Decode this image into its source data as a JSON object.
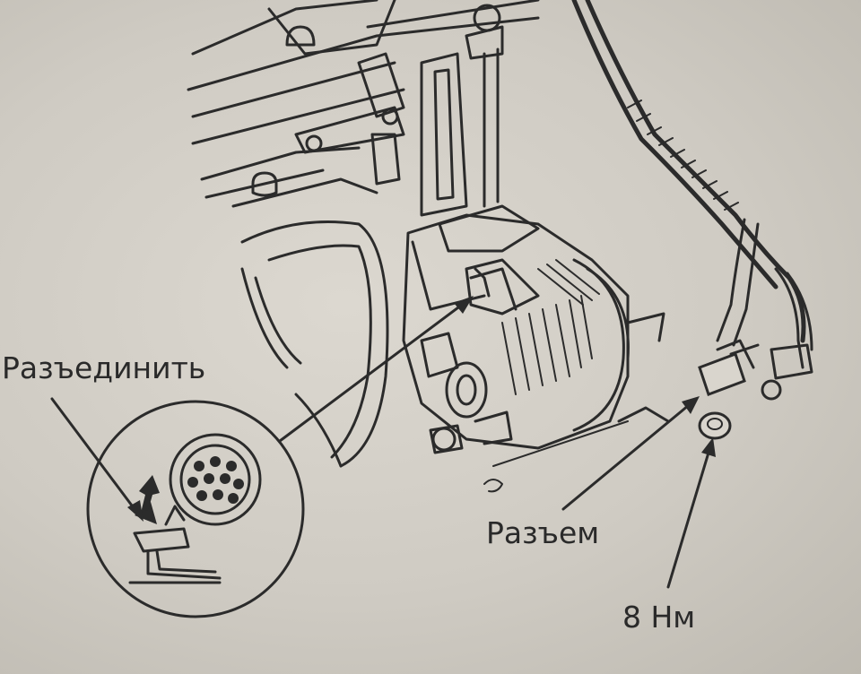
{
  "labels": {
    "disconnect": "Разъединить",
    "connector": "Разъем",
    "torque": "8 Нм"
  },
  "colors": {
    "paper": "#cfcbc3",
    "ink": "#2b2b2b"
  },
  "icons": [
    "alternator-drawing",
    "wiring-harness-drawing",
    "connector-detail-circle",
    "nut-icon",
    "arrow-icon"
  ]
}
